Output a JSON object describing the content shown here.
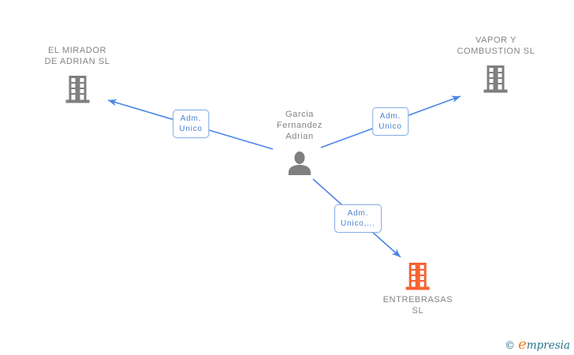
{
  "diagram": {
    "person": {
      "name_line1": "Garcia",
      "name_line2": "Fernandez",
      "name_line3": "Adrian"
    },
    "companies": {
      "top_left": {
        "name_line1": "EL MIRADOR",
        "name_line2": "DE ADRIAN SL"
      },
      "top_right": {
        "name_line1": "VAPOR Y",
        "name_line2": "COMBUSTION SL"
      },
      "bottom_right": {
        "name_line1": "ENTREBRASAS",
        "name_line2": "SL"
      }
    },
    "edge_labels": {
      "to_top_left": {
        "line1": "Adm.",
        "line2": "Unico"
      },
      "to_top_right": {
        "line1": "Adm.",
        "line2": "Unico"
      },
      "to_bottom_right": {
        "line1": "Adm.",
        "line2": "Unico,..."
      }
    }
  },
  "watermark": {
    "copyright": "©",
    "brand_initial": "e",
    "brand_rest": "mpresia"
  },
  "colors": {
    "edge": "#4a86e8",
    "edge_label_border": "#8ab0ea",
    "edge_label_text": "#4a7fd0",
    "node_text": "#848484",
    "node_icon": "#7f7f7f",
    "highlight": "#f96231",
    "logo_teal": "#27718a",
    "logo_orange": "#f08119"
  }
}
